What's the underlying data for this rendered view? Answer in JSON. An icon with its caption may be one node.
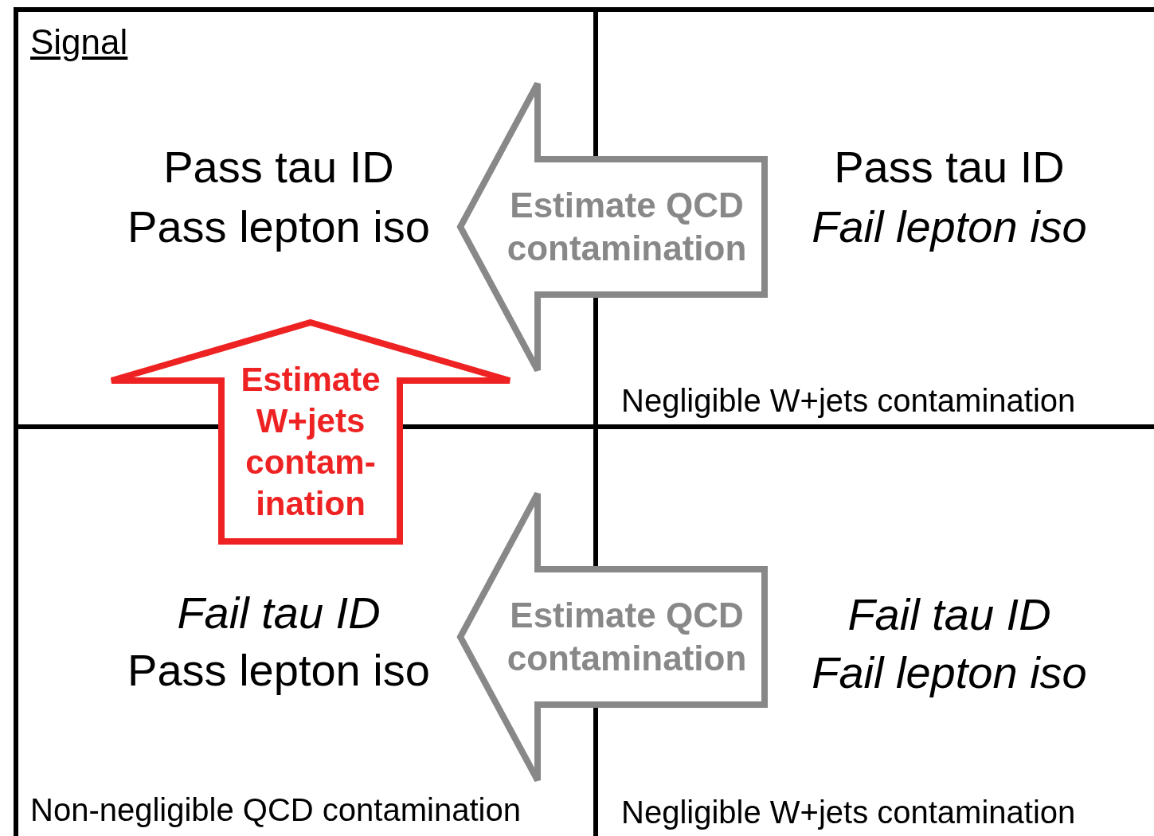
{
  "diagram": {
    "nodes": [
      {
        "text": [
          "Signal",
          "Pass tau ID",
          "Pass lepton iso"
        ]
      },
      {
        "text": [
          "Pass tau ID",
          "Fail lepton iso",
          "Negligible W+jets contamination"
        ]
      },
      {
        "text": [
          "Fail tau ID",
          "Pass lepton iso",
          "Non-negligible QCD contamination"
        ]
      },
      {
        "text": [
          "Fail tau ID",
          "Fail lepton iso",
          "Negligible W+jets contamination"
        ]
      }
    ],
    "edges": [
      {
        "from": 1,
        "to": 0,
        "arrow": "to",
        "label": "Estimate QCD contamination"
      },
      {
        "from": 2,
        "to": 0,
        "arrow": "to",
        "label": "Estimate W+jets contam- ination",
        "color": "#ee2222"
      },
      {
        "from": 3,
        "to": 2,
        "arrow": "to",
        "label": "Estimate QCD contamination"
      }
    ]
  }
}
